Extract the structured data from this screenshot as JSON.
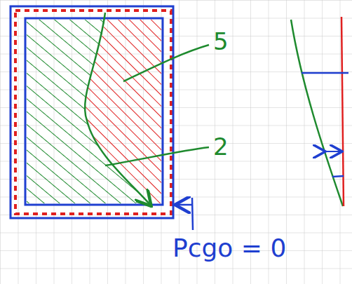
{
  "diagram": {
    "labels": [
      "5",
      "2",
      "Pcgo = 0"
    ]
  }
}
